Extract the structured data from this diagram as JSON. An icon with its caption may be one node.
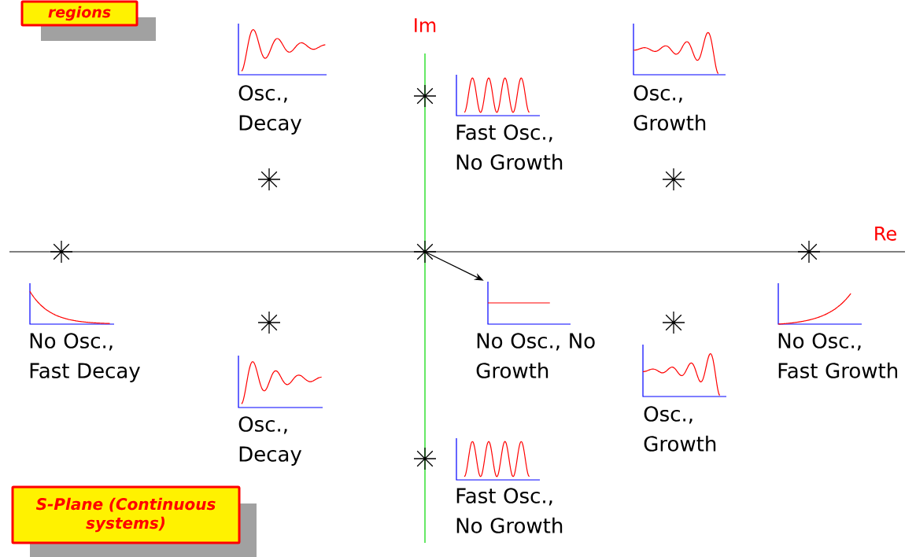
{
  "diagram": {
    "nodes": [
      {
        "text": [
          "regions"
        ]
      },
      {
        "text": [
          "S-Plane (Continuous systems)"
        ]
      },
      {
        "text": [],
        "shape": "cross"
      },
      {
        "text": [],
        "shape": "picture"
      }
    ],
    "edges": [
      {
        "from": 2,
        "to": 3,
        "arrow": "to"
      }
    ],
    "labels": [
      "Im",
      "Osc., Decay",
      "Fast Osc., No Growth",
      "Osc., Growth",
      "Re",
      "No Osc., Fast Decay",
      "No Osc., No Growth",
      "No Osc., Fast Growth",
      "Osc., Growth",
      "Osc., Decay",
      "Fast Osc., No Growth"
    ]
  }
}
